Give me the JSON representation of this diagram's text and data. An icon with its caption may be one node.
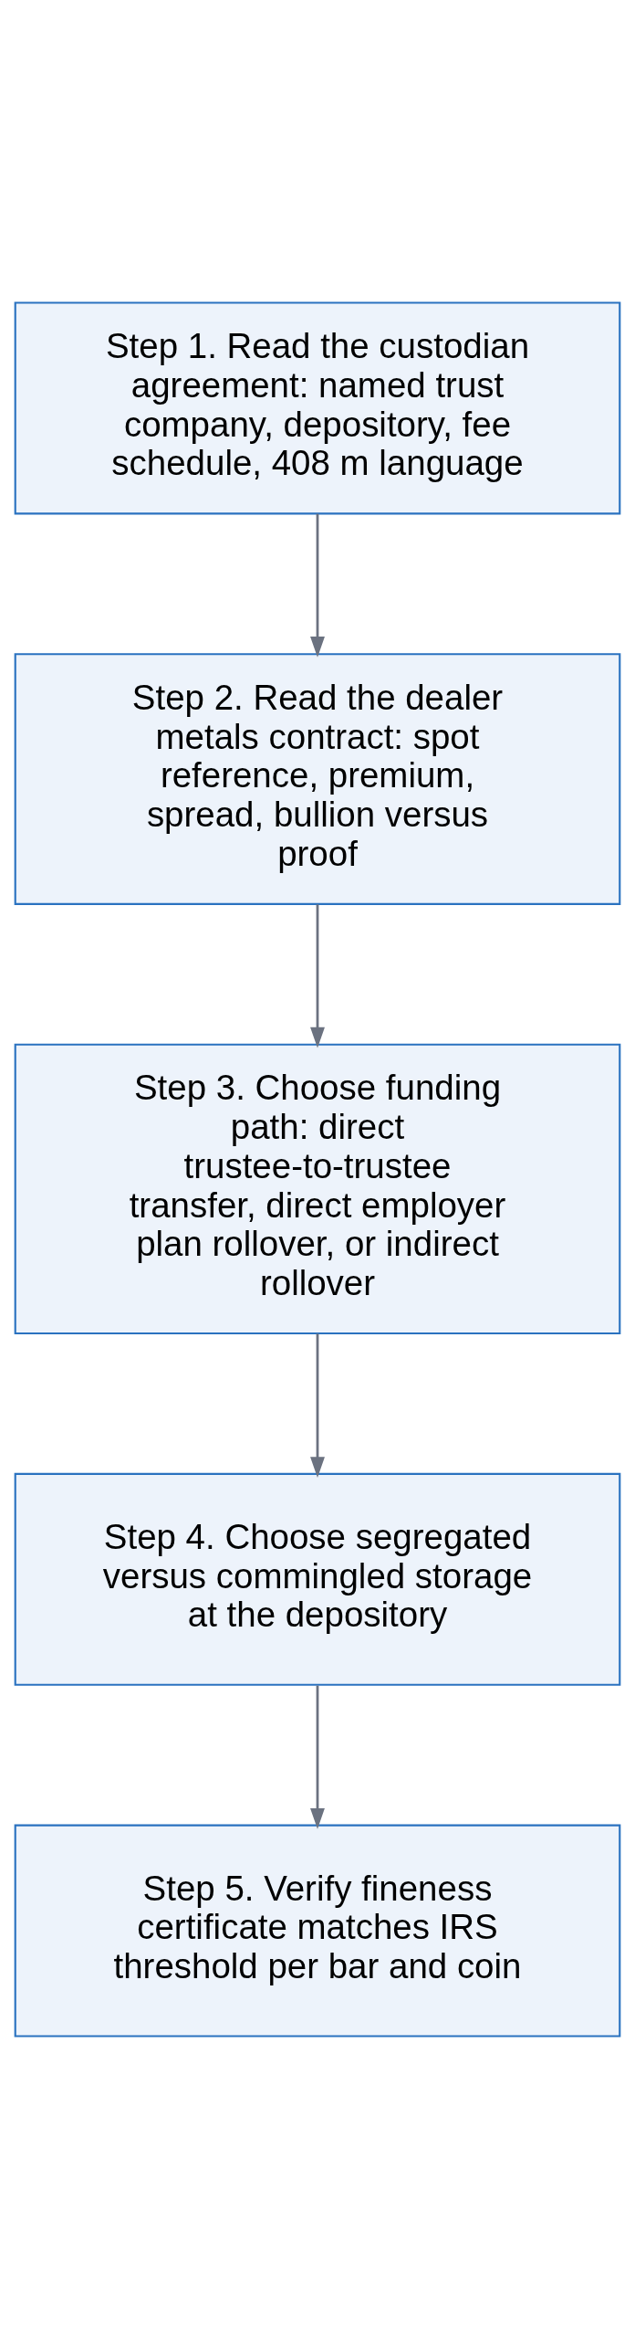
{
  "diagram": {
    "nodes": [
      {
        "text": [
          "Step 1. Read the custodian agreement: named trust company, depository, fee schedule, 408 m language"
        ]
      },
      {
        "text": [
          "Step 2. Read the dealer metals contract: spot reference, premium, spread, bullion versus proof"
        ]
      },
      {
        "text": [
          "Step 3. Choose funding path: direct trustee-to-trustee transfer, direct employer plan rollover, or indirect rollover"
        ]
      },
      {
        "text": [
          "Step 4. Choose segregated versus commingled storage at the depository"
        ]
      },
      {
        "text": [
          "Step 5. Verify fineness certificate matches IRS threshold per bar and coin"
        ]
      }
    ],
    "edges": [
      {
        "from": 0,
        "to": 1,
        "arrow": "to"
      },
      {
        "from": 1,
        "to": 2,
        "arrow": "to"
      },
      {
        "from": 2,
        "to": 3,
        "arrow": "to"
      },
      {
        "from": 3,
        "to": 4,
        "arrow": "to"
      }
    ]
  }
}
